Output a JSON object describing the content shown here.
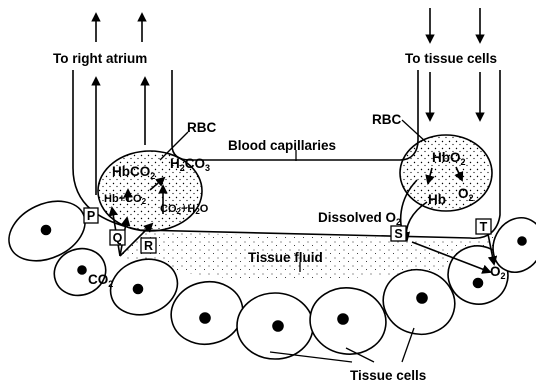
{
  "labels": {
    "to_right_atrium": "To right atrium",
    "to_tissue_cells": "To tissue cells",
    "rbc_left": "RBC",
    "rbc_right": "RBC",
    "blood_capillaries": "Blood capillaries",
    "tissue_fluid": "Tissue fluid",
    "tissue_cells": "Tissue cells",
    "dissolved_o2": "Dissolved O",
    "dissolved_o2_sub": "2"
  },
  "left_rbc": {
    "hbco2": "HbCO",
    "hbco2_sub": "2",
    "hb_co2": "Hb+CO",
    "hb_co2_sub": "2",
    "co2_h2o_a": "CO",
    "co2_h2o_sub1": "2",
    "co2_h2o_b": "+H",
    "co2_h2o_sub2": "2",
    "co2_h2o_c": "O"
  },
  "h2co3": {
    "a": "H",
    "sub1": "2",
    "b": "CO",
    "sub2": "3"
  },
  "co2_tissue": {
    "a": "CO",
    "sub": "2"
  },
  "right_rbc": {
    "hbo2": "HbO",
    "hbo2_sub": "2",
    "hb": "Hb",
    "o2": "O",
    "o2_sub": "2"
  },
  "o2_tissue": {
    "a": "O",
    "sub": "2"
  },
  "boxes": {
    "p": "P",
    "q": "Q",
    "r": "R",
    "s": "S",
    "t": "T"
  },
  "colors": {
    "ink": "#000000",
    "background": "#ffffff",
    "cell_fill": "#ffffff"
  }
}
